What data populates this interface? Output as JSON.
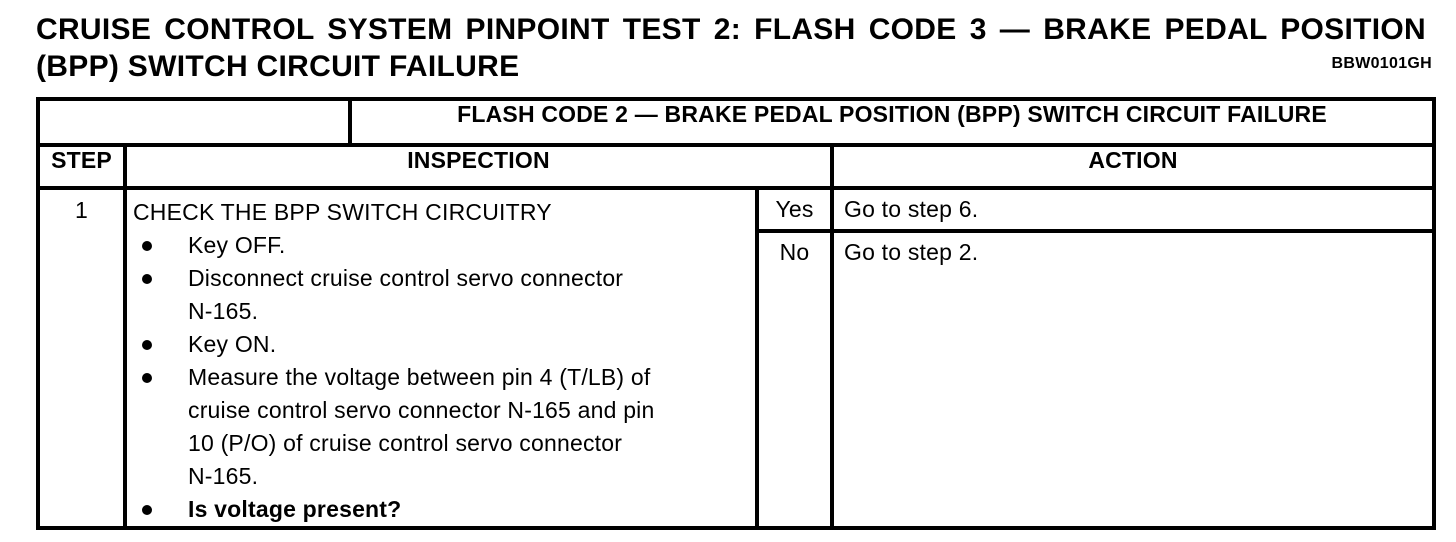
{
  "header": {
    "title_line1": "CRUISE CONTROL SYSTEM PINPOINT TEST 2: FLASH CODE 3 — BRAKE PEDAL POSITION",
    "title_line2": "(BPP) SWITCH CIRCUIT FAILURE",
    "doc_code": "BBW0101GH"
  },
  "table": {
    "banner": "FLASH CODE 2 — BRAKE PEDAL POSITION (BPP) SWITCH CIRCUIT FAILURE",
    "headers": {
      "step": "STEP",
      "inspection": "INSPECTION",
      "action": "ACTION"
    },
    "rows": [
      {
        "step": "1",
        "inspection_title": "CHECK THE BPP SWITCH CIRCUITRY",
        "bullets": [
          {
            "text": "Key OFF.",
            "bold": false
          },
          {
            "text": "Disconnect cruise control servo connector\nN-165.",
            "bold": false
          },
          {
            "text": "Key ON.",
            "bold": false
          },
          {
            "text": "Measure the voltage between pin 4 (T/LB) of\ncruise control servo connector N-165 and pin\n10 (P/O) of cruise control servo connector\nN-165.",
            "bold": false
          },
          {
            "text": "Is voltage present?",
            "bold": true
          }
        ],
        "outcomes": [
          {
            "label": "Yes",
            "action": "Go to step 6."
          },
          {
            "label": "No",
            "action": "Go to step 2."
          }
        ]
      }
    ]
  },
  "colors": {
    "ink": "#000000",
    "paper": "#ffffff"
  }
}
